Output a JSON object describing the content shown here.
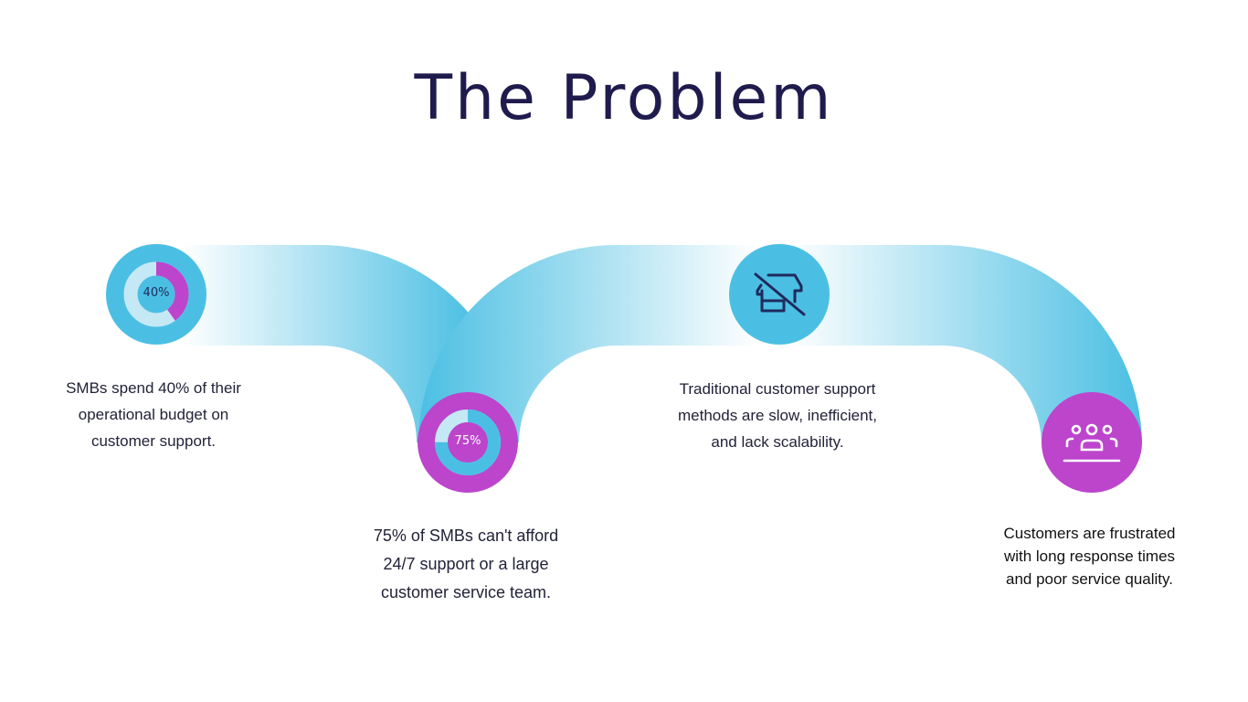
{
  "title": "The Problem",
  "colors": {
    "cyan": "#4bbfe3",
    "purple": "#bc45cc",
    "light": "#c5e8f5",
    "navy": "#1f1b4d"
  },
  "steps": [
    {
      "icon": "donut-chart-icon",
      "value_label": "40%",
      "fraction": 0.4,
      "caption": [
        "SMBs spend 40% of their",
        "operational budget on",
        "customer support."
      ]
    },
    {
      "icon": "donut-chart-icon",
      "value_label": "75%",
      "fraction": 0.75,
      "caption": [
        "75% of SMBs can't afford",
        "24/7 support or a large",
        "customer service team."
      ]
    },
    {
      "icon": "store-off-icon",
      "caption": [
        "Traditional customer support",
        "methods are slow, inefficient,",
        "and lack scalability."
      ]
    },
    {
      "icon": "users-group-icon",
      "caption": [
        "Customers are frustrated",
        "with long response times",
        "and poor service quality."
      ]
    }
  ]
}
